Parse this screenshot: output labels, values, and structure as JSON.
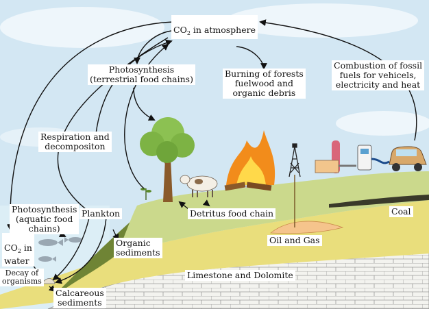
{
  "labels": {
    "co2_atmosphere": "CO",
    "co2_atmosphere_rest": " in atmosphere",
    "photosynthesis_terrestrial": "Photosynthesis\n(terrestrial food chains)",
    "burning_forests": "Burning of forests\nfuelwood and\norganic debris",
    "combustion": "Combustion of fossil\nfuels for vehicels,\nelectricity and heat",
    "respiration": "Respiration and\ndecompositon",
    "photosynthesis_aquatic": "Photosynthesis\n(aquatic food\nchains)",
    "plankton": "Plankton",
    "co2_water": "CO",
    "co2_water_rest": " in\nwater",
    "detritus": "Detritus food chain",
    "coal": "Coal",
    "oil_gas": "Oil and Gas",
    "organic_sediments": "Organic\nsediments",
    "limestone": "Limestone and Dolomite",
    "decay": "Decay of\norganisms",
    "calcareous": "Calcareous\nsediments",
    "subscript_2": "2"
  },
  "icons": [
    "tree-icon",
    "cow-icon",
    "fire-icon",
    "oil-derrick-icon",
    "refinery-icon",
    "fuel-pump-icon",
    "car-icon",
    "fish-icon",
    "shell-icon",
    "sapling-icon"
  ],
  "colors": {
    "sky": "#cfe4f2",
    "sea": "#d9ecf5",
    "land_top": "#c9d98a",
    "land_dark": "#7a8f3d",
    "sediment": "#e9de7a",
    "limestone": "#f2f2ee",
    "arrow": "#111111",
    "fire": "#f28c1b"
  }
}
